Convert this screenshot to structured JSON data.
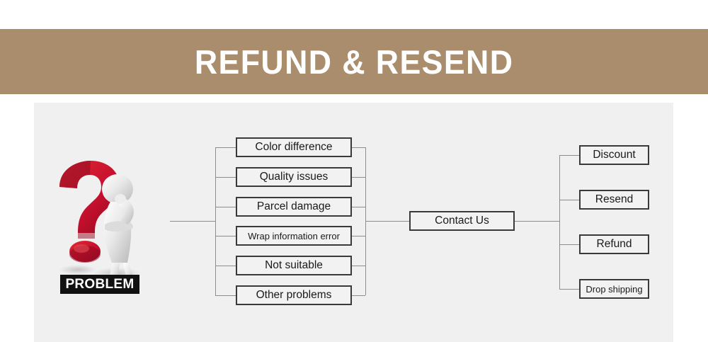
{
  "banner": {
    "title": "REFUND & RESEND",
    "background_color": "#a98d6d",
    "text_color": "#ffffff"
  },
  "panel": {
    "background_color": "#f0f0f0"
  },
  "problem": {
    "label": "PROBLEM",
    "label_background": "#111111",
    "label_color": "#ffffff",
    "icon": "question-mark-thinking-person",
    "question_mark_color": "#c8102e"
  },
  "flow": {
    "problems": [
      {
        "label": "Color difference"
      },
      {
        "label": "Quality issues"
      },
      {
        "label": "Parcel damage"
      },
      {
        "label": "Wrap information error"
      },
      {
        "label": "Not suitable"
      },
      {
        "label": "Other problems"
      }
    ],
    "hub": {
      "label": "Contact Us"
    },
    "solutions": [
      {
        "label": "Discount"
      },
      {
        "label": "Resend"
      },
      {
        "label": "Refund"
      },
      {
        "label": "Drop shipping"
      }
    ],
    "line_color": "#8d8d8d",
    "box_border_color": "#3a3a3a",
    "box_fill_color": "#f2f2f2"
  }
}
